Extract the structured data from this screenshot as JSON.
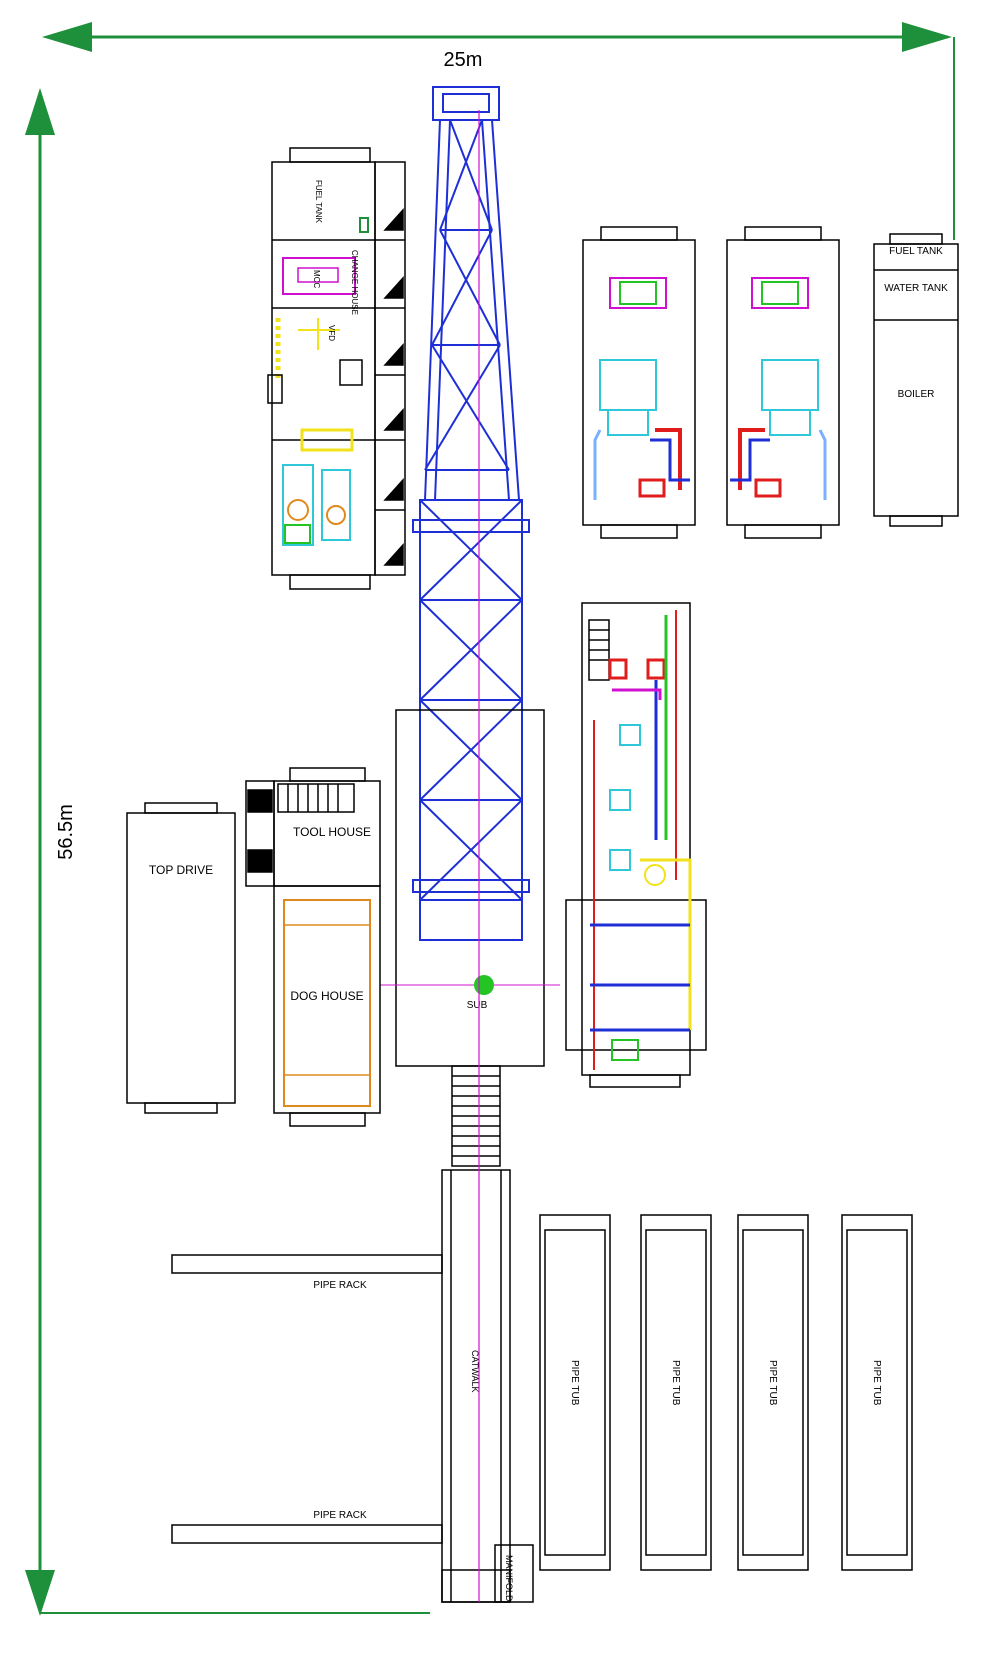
{
  "dimensions": {
    "width_label": "25m",
    "height_label": "56.5m"
  },
  "colors": {
    "arrow": "#1e8f3a",
    "outline": "#000000",
    "mast": "#1e2fd6",
    "centerline": "#d010d0",
    "orange": "#e08a1e",
    "yellow": "#f2e21a",
    "cyan": "#2ec8d8",
    "red": "#e01c1c",
    "green": "#23c423",
    "lightblue": "#7ab0ff"
  },
  "labels": {
    "fuel_tank_left": "FUEL TANK",
    "mcc_label": "MCC",
    "change_house": "CHANGE HOUSE",
    "vfd_label": "VFD",
    "top_drive": "TOP DRIVE",
    "tool_house": "TOOL HOUSE",
    "dog_house": "DOG HOUSE",
    "sub": "SUB",
    "fuel_tank_right": "FUEL TANK",
    "water_tank": "WATER TANK",
    "boiler": "BOILER",
    "pipe_rack_top": "PIPE RACK",
    "pipe_rack_bottom": "PIPE RACK",
    "catwalk": "CATWALK",
    "manifold": "MANIFOLD",
    "pipe_tub_1": "PIPE TUB",
    "pipe_tub_2": "PIPE TUB",
    "pipe_tub_3": "PIPE TUB",
    "pipe_tub_4": "PIPE TUB"
  }
}
